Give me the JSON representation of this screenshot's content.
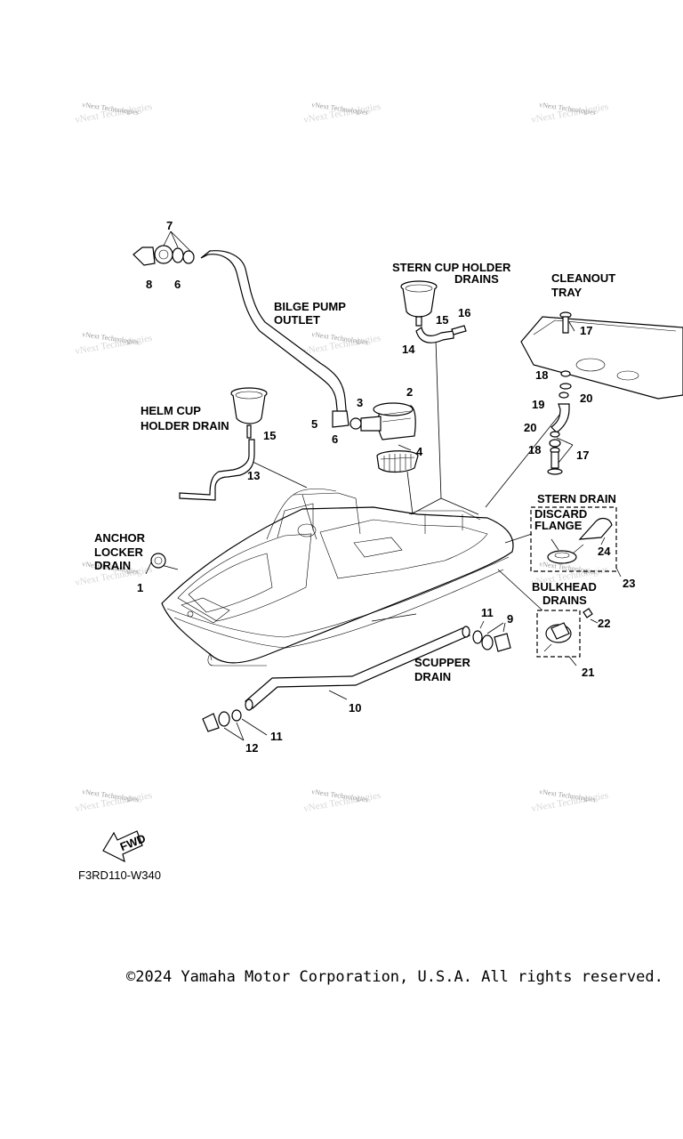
{
  "watermark_text": "vNext Technologies",
  "labels": {
    "stern_cup_1": "STERN CUP HOLDER",
    "stern_cup_2": "DRAINS",
    "cleanout_1": "CLEANOUT",
    "cleanout_2": "TRAY",
    "bilge_1": "BILGE PUMP",
    "bilge_2": "OUTLET",
    "helm_1": "HELM CUP",
    "helm_2": "HOLDER DRAIN",
    "anchor_1": "ANCHOR",
    "anchor_2": "LOCKER",
    "anchor_3": "DRAIN",
    "stern_drain": "STERN DRAIN",
    "discard_1": "DISCARD",
    "discard_2": "FLANGE",
    "bulkhead_1": "BULKHEAD",
    "bulkhead_2": "DRAINS",
    "scupper_1": "SCUPPER",
    "scupper_2": "DRAIN",
    "fwd": "FWD"
  },
  "callouts": {
    "n1": "1",
    "n2": "2",
    "n3": "3",
    "n4": "4",
    "n5": "5",
    "n6a": "6",
    "n6b": "6",
    "n7": "7",
    "n8": "8",
    "n9": "9",
    "n10": "10",
    "n11a": "11",
    "n11b": "11",
    "n12": "12",
    "n13": "13",
    "n14": "14",
    "n15a": "15",
    "n15b": "15",
    "n16": "16",
    "n17a": "17",
    "n17b": "17",
    "n18a": "18",
    "n18b": "18",
    "n19": "19",
    "n20a": "20",
    "n20b": "20",
    "n21": "21",
    "n22": "22",
    "n23": "23",
    "n24": "24"
  },
  "diagram_code": "F3RD110-W340",
  "copyright": "©2024 Yamaha Motor Corporation, U.S.A. All rights reserved."
}
